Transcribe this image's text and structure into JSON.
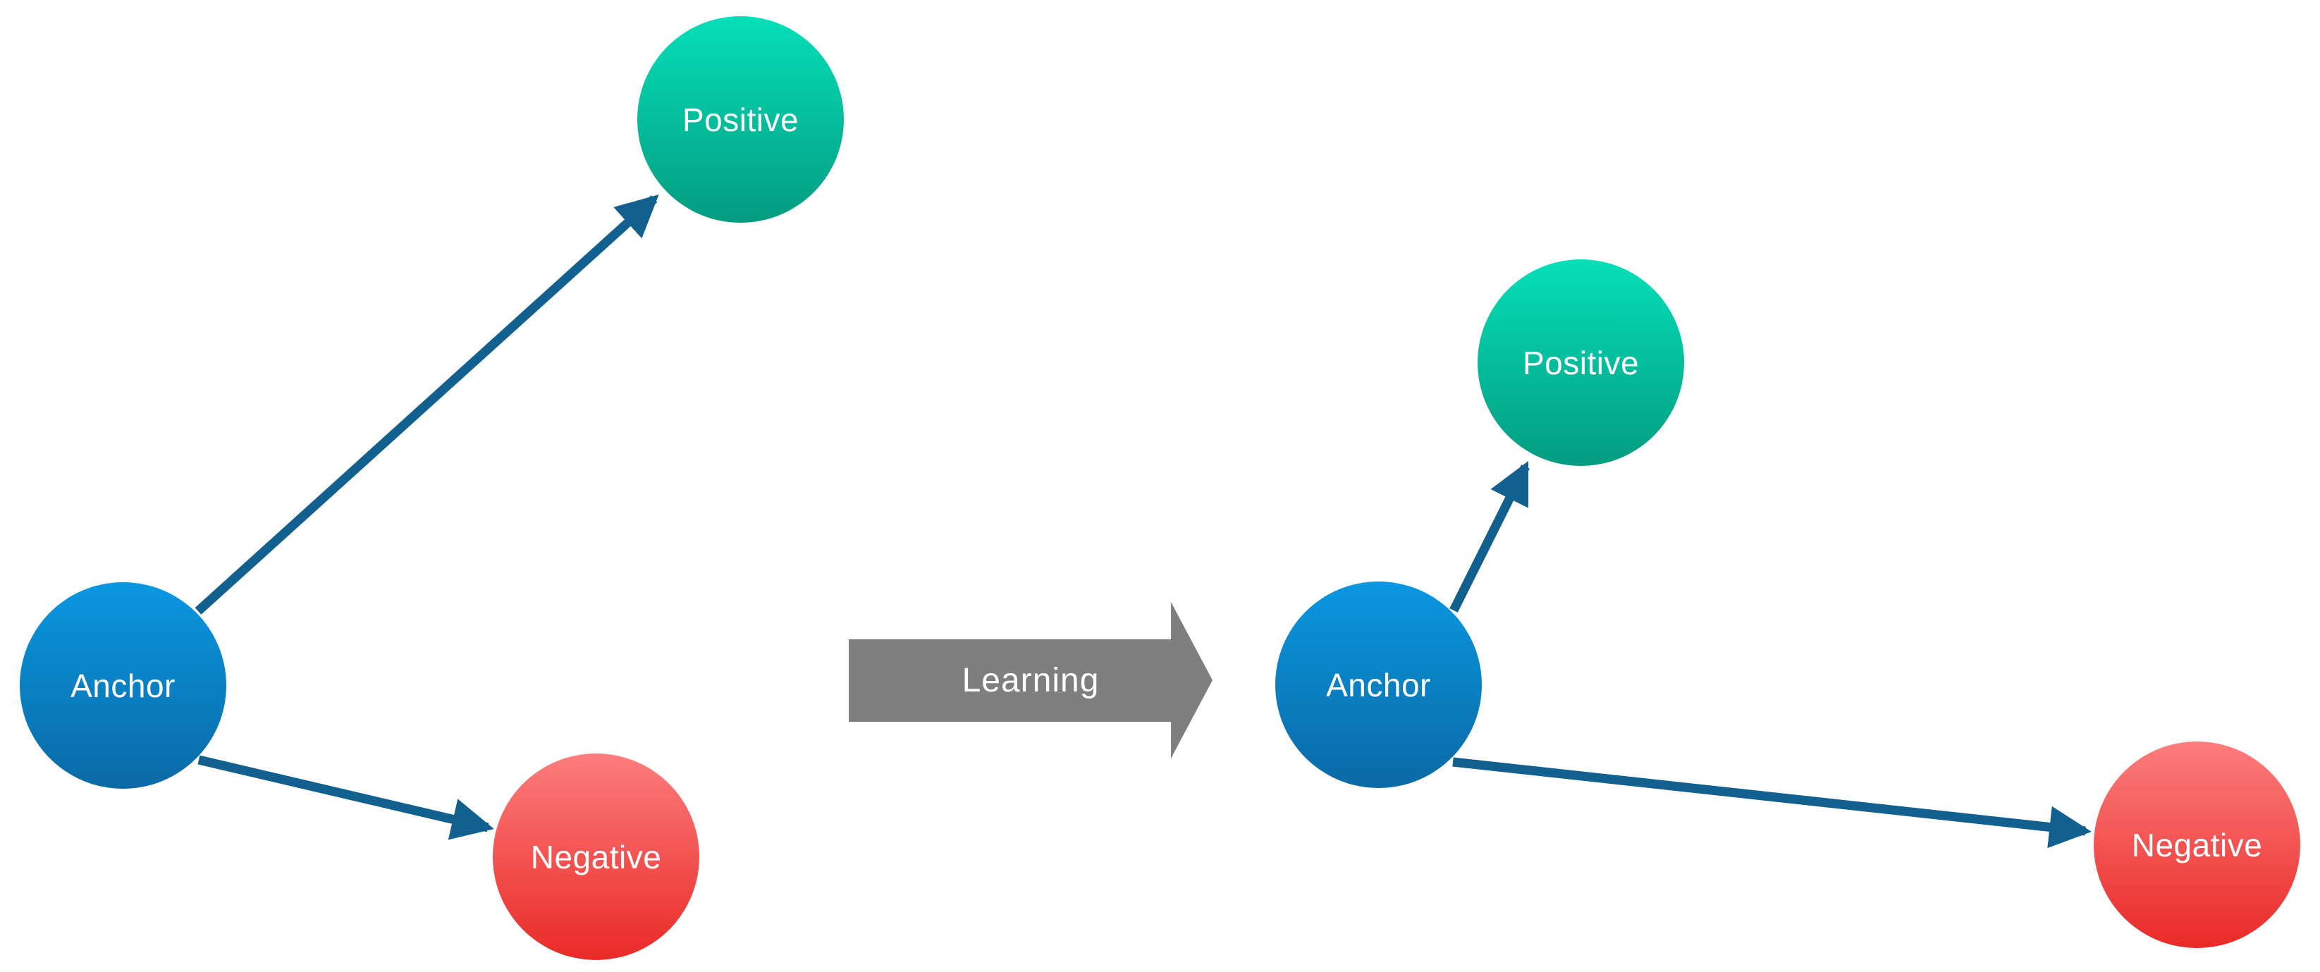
{
  "panels": {
    "before": {
      "anchor": {
        "label": "Anchor"
      },
      "positive": {
        "label": "Positive"
      },
      "negative": {
        "label": "Negative"
      }
    },
    "after": {
      "anchor": {
        "label": "Anchor"
      },
      "positive": {
        "label": "Positive"
      },
      "negative": {
        "label": "Negative"
      }
    }
  },
  "transition": {
    "label": "Learning"
  },
  "colors": {
    "anchor-top": "#0a97e1",
    "anchor-bottom": "#0a6aa6",
    "positive-top": "#05dfb8",
    "positive-bottom": "#049c80",
    "negative-top": "#fc7d7d",
    "negative-bottom": "#e92a27",
    "connector": "#11608f",
    "transition-arrow": "#7f7f7f",
    "label-text": "#ffffff",
    "background": "#ffffff"
  }
}
